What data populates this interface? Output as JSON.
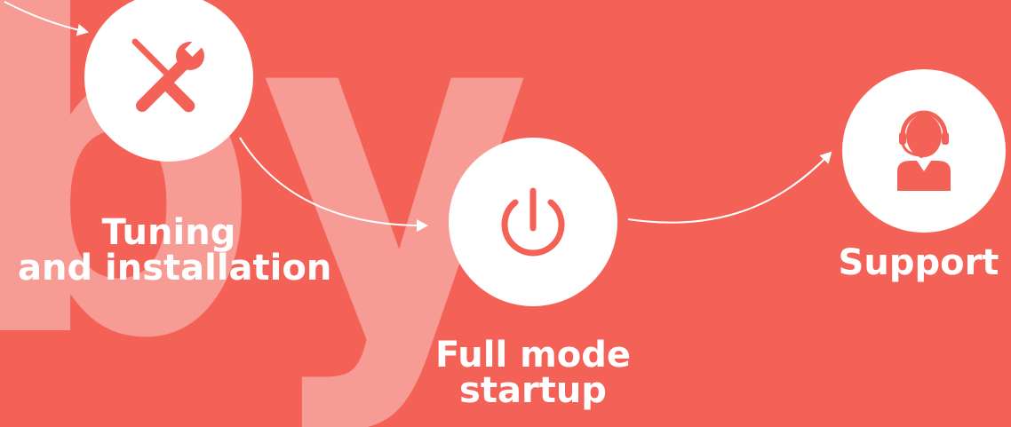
{
  "steps": [
    {
      "id": "tuning",
      "label_lines": [
        "Tuning",
        "and installation"
      ],
      "icon": "wrench-screwdriver-icon"
    },
    {
      "id": "startup",
      "label_lines": [
        "Full mode",
        "startup"
      ],
      "icon": "power-icon"
    },
    {
      "id": "support",
      "label_lines": [
        "Support"
      ],
      "icon": "support-agent-icon"
    }
  ],
  "watermark": "by",
  "colors": {
    "background": "#f46257",
    "circle": "#ffffff",
    "watermark": "#f79c94",
    "text": "#ffffff"
  }
}
